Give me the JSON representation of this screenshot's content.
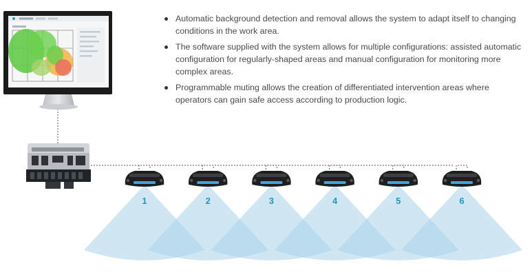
{
  "bullets": [
    "Automatic background detection and removal allows the system to adapt itself to changing conditions in the work area.",
    "The software supplied with the system allows for multiple configurations: assisted automatic configuration for regularly-shaped areas and manual configuration for monitoring more complex areas.",
    "Programmable muting allows the creation of differentiated intervention areas where operators can gain safe access according to production logic."
  ],
  "sensors": [
    {
      "label": "1"
    },
    {
      "label": "2"
    },
    {
      "label": "3"
    },
    {
      "label": "4"
    },
    {
      "label": "5"
    },
    {
      "label": "6"
    }
  ],
  "colors": {
    "coverage": "#a9d4ea",
    "sensor_label": "#2a93bf",
    "heatmap_green": "#5cc841",
    "heatmap_yellow": "#f3b347",
    "heatmap_red": "#e86a5c",
    "device_body": "#1e1e1e"
  },
  "icons": {
    "monitor": "computer-monitor-icon",
    "controller": "control-unit-icon",
    "sensor": "radar-sensor-icon"
  }
}
